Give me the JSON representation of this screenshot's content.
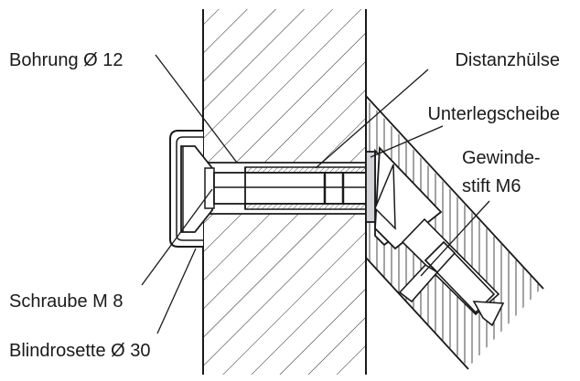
{
  "labels": {
    "bohrung": "Bohrung Ø 12",
    "distanzhuelse": "Distanzhülse",
    "unterlegscheibe": "Unterlegscheibe",
    "gewindestift_line1": "Gewinde-",
    "gewindestift_line2": "stift M6",
    "schraube": "Schraube M 8",
    "blindrosette": "Blindrosette Ø 30"
  },
  "colors": {
    "line": "#1a1a1a",
    "washer": "#d4d4d8"
  }
}
